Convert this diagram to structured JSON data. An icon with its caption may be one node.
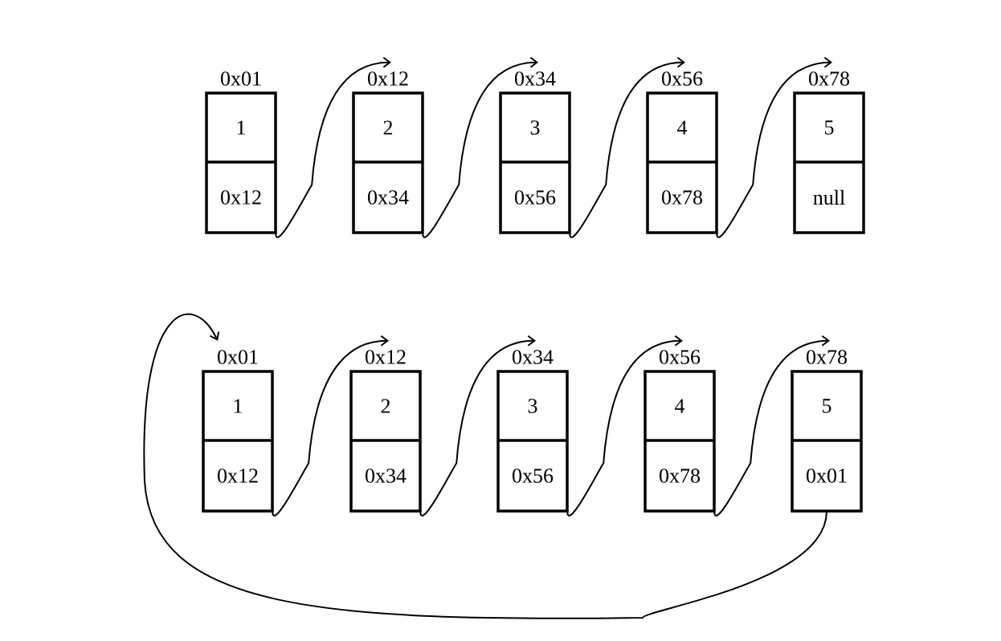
{
  "diagram": {
    "nodes": [
      {
        "text": [
          "0x01",
          "1",
          "0x12"
        ]
      },
      {
        "text": [
          "0x12",
          "2",
          "0x34"
        ]
      },
      {
        "text": [
          "0x34",
          "3",
          "0x56"
        ]
      },
      {
        "text": [
          "0x56",
          "4",
          "0x78"
        ]
      },
      {
        "text": [
          "0x78",
          "5",
          "null"
        ]
      },
      {
        "text": [
          "0x01",
          "1",
          "0x12"
        ]
      },
      {
        "text": [
          "0x12",
          "2",
          "0x34"
        ]
      },
      {
        "text": [
          "0x34",
          "3",
          "0x56"
        ]
      },
      {
        "text": [
          "0x56",
          "4",
          "0x78"
        ]
      },
      {
        "text": [
          "0x78",
          "5",
          "0x01"
        ]
      }
    ],
    "edges": [
      {
        "from": 0,
        "to": 1,
        "arrow": "to"
      },
      {
        "from": 1,
        "to": 2,
        "arrow": "to"
      },
      {
        "from": 2,
        "to": 3,
        "arrow": "to"
      },
      {
        "from": 3,
        "to": 4,
        "arrow": "to"
      },
      {
        "from": 5,
        "to": 6,
        "arrow": "to"
      },
      {
        "from": 6,
        "to": 7,
        "arrow": "to"
      },
      {
        "from": 7,
        "to": 8,
        "arrow": "to"
      },
      {
        "from": 8,
        "to": 9,
        "arrow": "to"
      },
      {
        "from": 9,
        "to": 5,
        "arrow": "to"
      }
    ]
  }
}
